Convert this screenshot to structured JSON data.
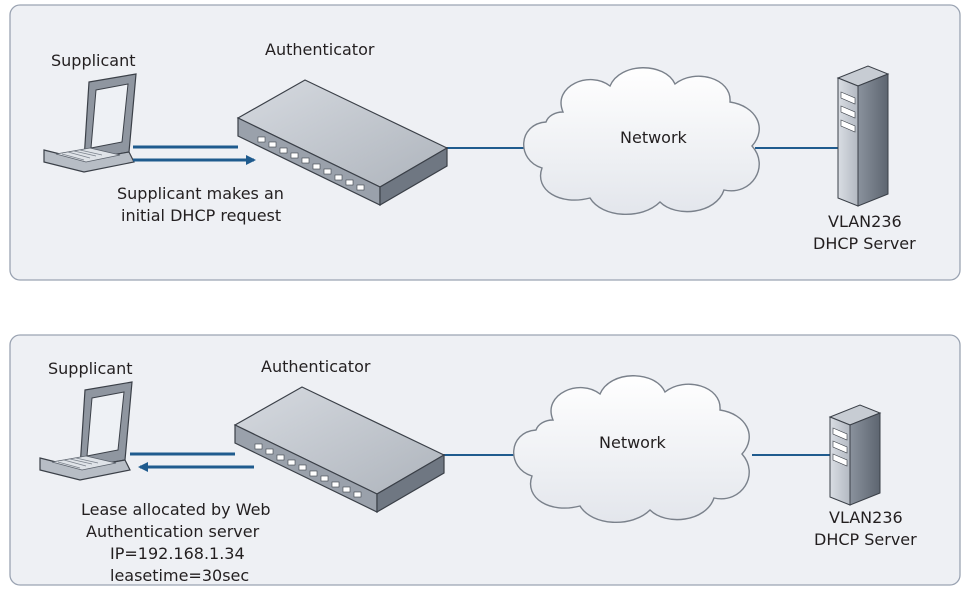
{
  "colors": {
    "panel_fill": "#eef0f4",
    "panel_stroke": "#9aa3b2",
    "link_line": "#1f5b8e",
    "arrow": "#1f5b8e"
  },
  "panels": [
    {
      "supplicant_label": "Supplicant",
      "authenticator_label": "Authenticator",
      "network_label": "Network",
      "server_label_line1": "VLAN236",
      "server_label_line2": "DHCP Server",
      "caption_lines": [
        "Supplicant makes an",
        "initial DHCP request"
      ],
      "arrow_direction": "to-authenticator"
    },
    {
      "supplicant_label": "Supplicant",
      "authenticator_label": "Authenticator",
      "network_label": "Network",
      "server_label_line1": "VLAN236",
      "server_label_line2": "DHCP Server",
      "caption_lines": [
        "Lease allocated by Web",
        "Authentication server",
        "IP=192.168.1.34",
        "leasetime=30sec"
      ],
      "arrow_direction": "to-supplicant"
    }
  ],
  "icons": {
    "supplicant": "laptop-icon",
    "authenticator": "switch-icon",
    "network": "cloud-icon",
    "server": "server-tower-icon"
  }
}
